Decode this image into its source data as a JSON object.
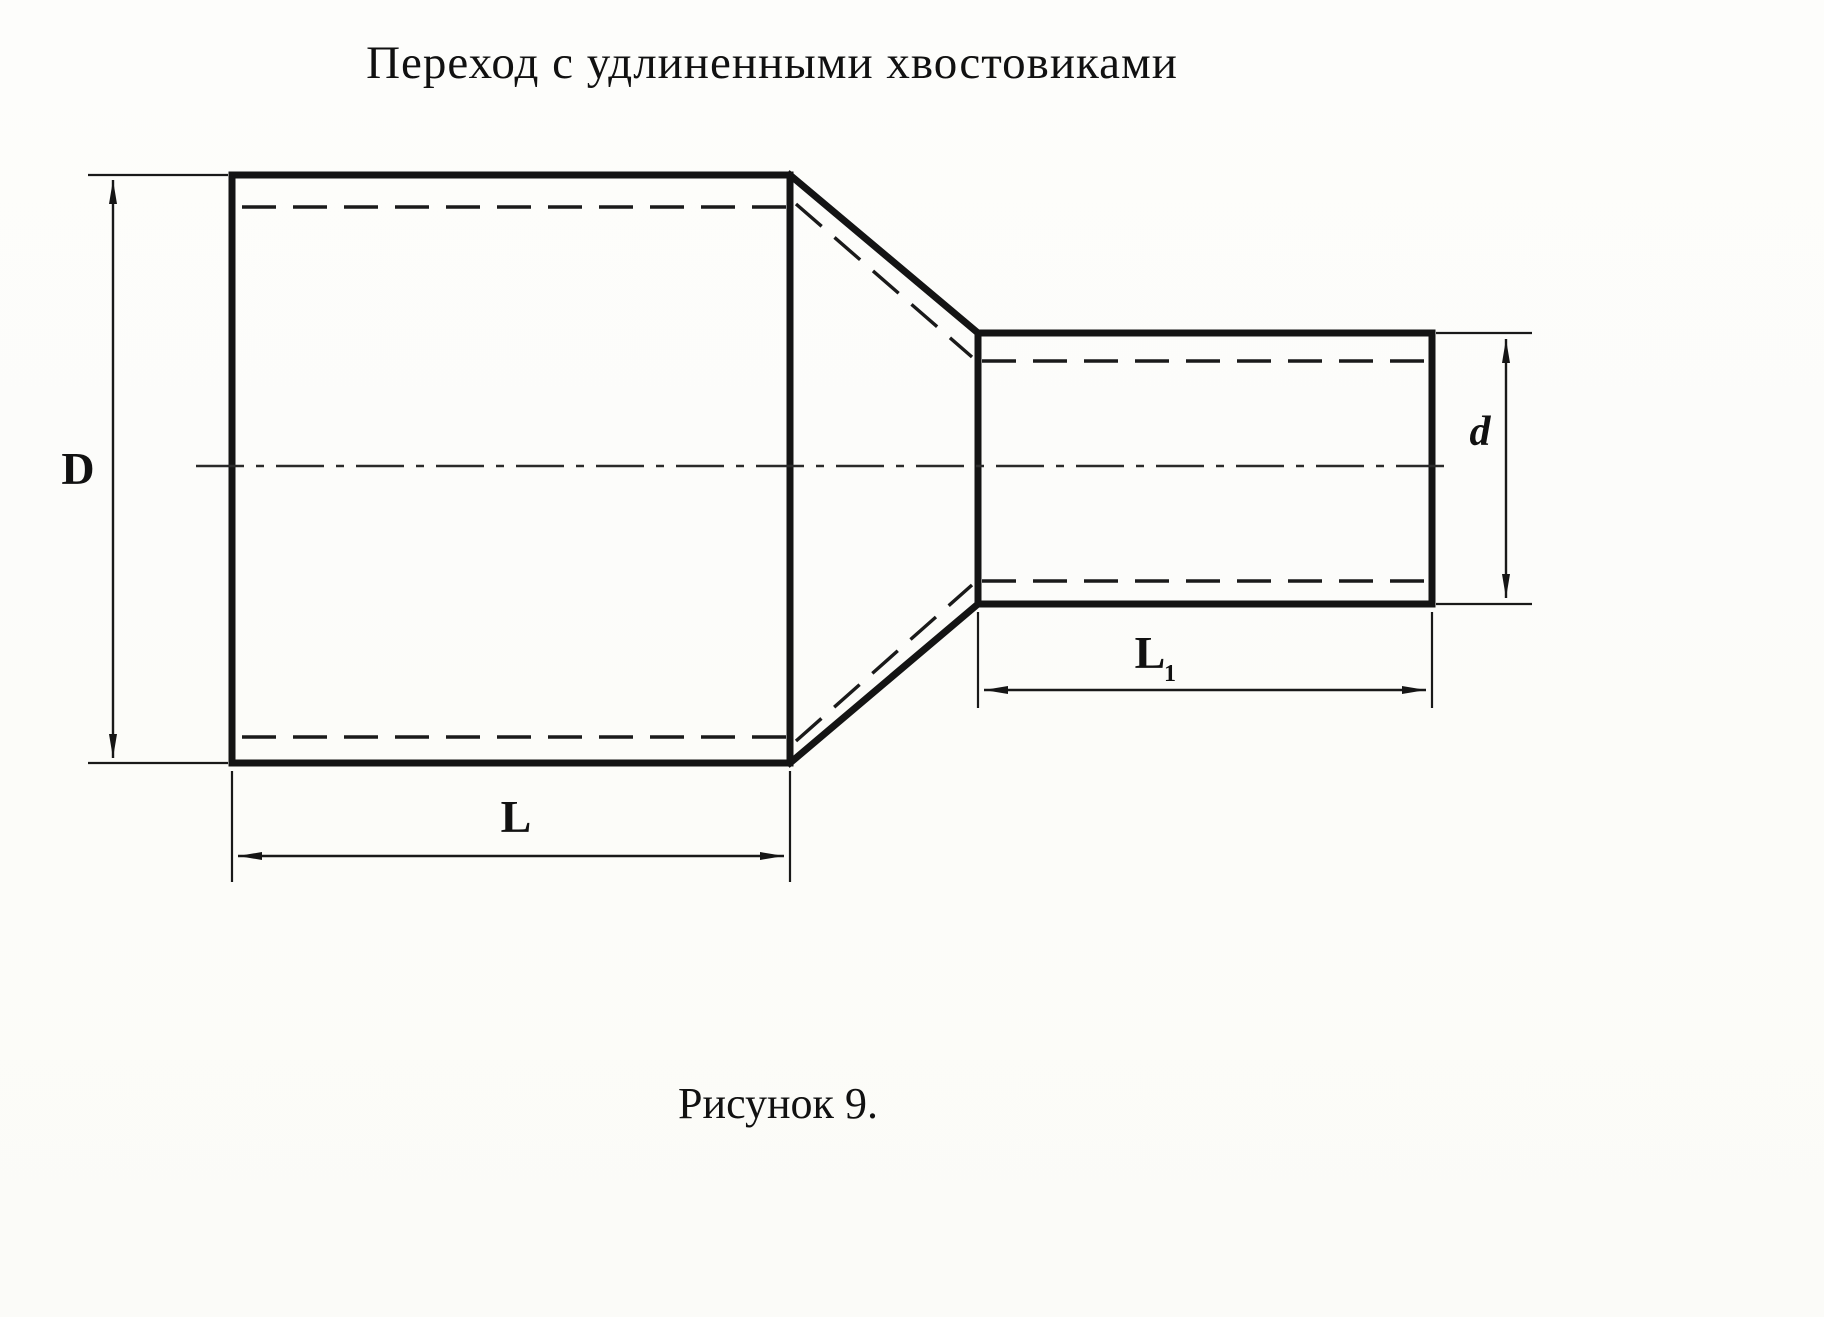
{
  "document": {
    "title": "Переход с удлиненными хвостовиками",
    "caption": "Рисунок 9."
  },
  "diagram": {
    "type": "technical-drawing",
    "subject": "concentric pipe reducer (side view) with hidden bore lines and centerline",
    "line_color": "#141414",
    "paper_color": "#fdfdfb"
  },
  "labels": {
    "big_diameter": "D",
    "small_diameter": "d",
    "big_length": "L",
    "small_length_base": "L",
    "small_length_sub": "1"
  }
}
